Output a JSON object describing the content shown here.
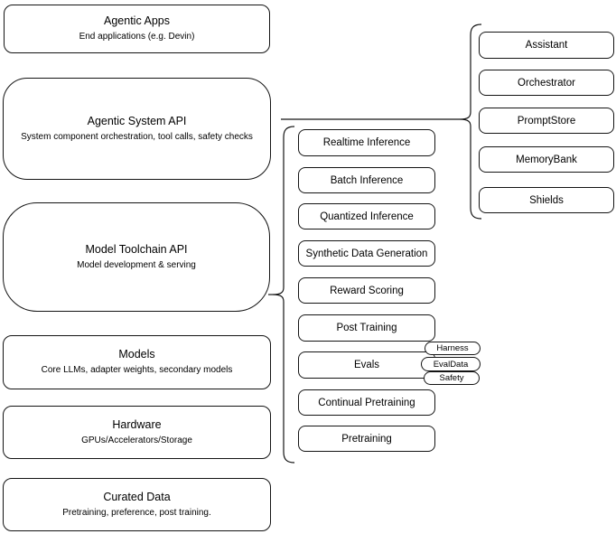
{
  "diagram": {
    "left_column": [
      {
        "title": "Agentic Apps",
        "subtitle": "End applications (e.g. Devin)"
      },
      {
        "title": "Agentic System API",
        "subtitle": "System component orchestration, tool calls, safety checks"
      },
      {
        "title": "Model Toolchain API",
        "subtitle": "Model development & serving"
      },
      {
        "title": "Models",
        "subtitle": "Core LLMs, adapter weights, secondary models"
      },
      {
        "title": "Hardware",
        "subtitle": "GPUs/Accelerators/Storage"
      },
      {
        "title": "Curated Data",
        "subtitle": "Pretraining, preference, post training."
      }
    ],
    "toolchain_items": [
      "Realtime Inference",
      "Batch Inference",
      "Quantized Inference",
      "Synthetic Data Generation",
      "Reward Scoring",
      "Post Training",
      "Evals",
      "Continual Pretraining",
      "Pretraining"
    ],
    "evals_tags": [
      "Harness",
      "EvalData",
      "Safety"
    ],
    "system_components": [
      "Assistant",
      "Orchestrator",
      "PromptStore",
      "MemoryBank",
      "Shields"
    ],
    "colors": {
      "background": "#ffffff",
      "stroke": "#141414",
      "box_fill": "#ffffff",
      "text": "#000000"
    }
  }
}
